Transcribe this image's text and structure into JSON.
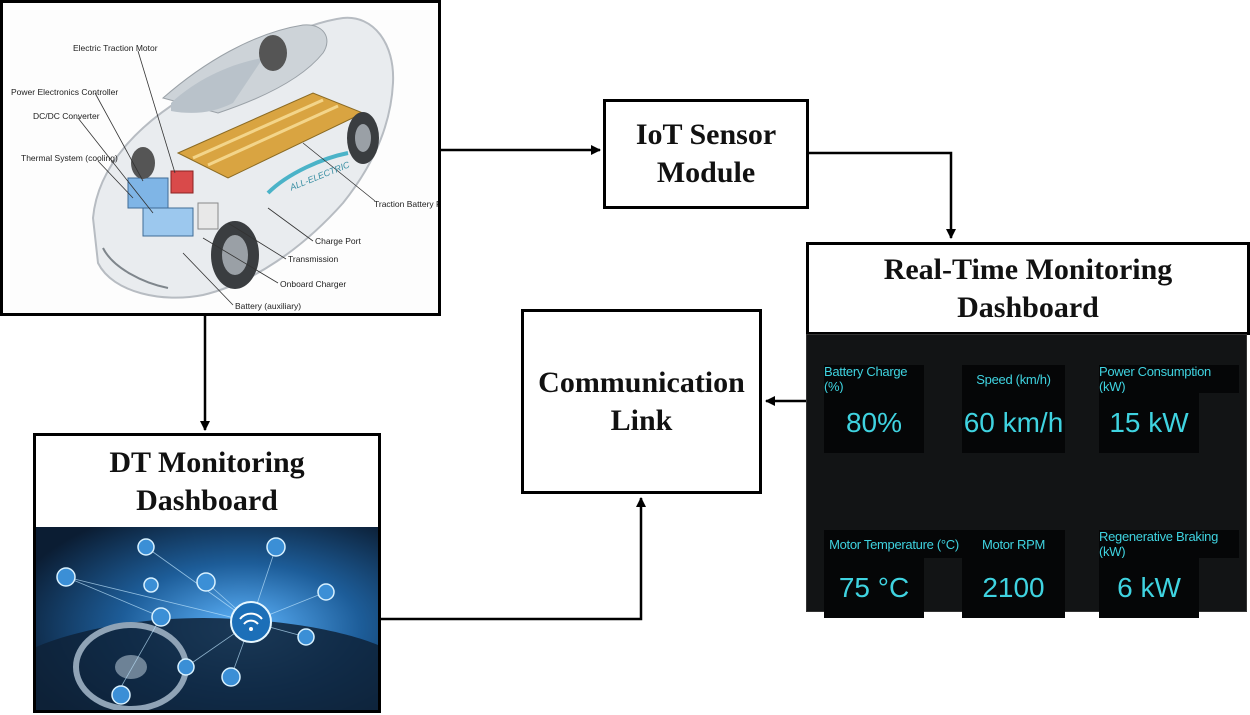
{
  "ev_illustration": {
    "labels": {
      "motor": "Electric Traction Motor",
      "pec": "Power Electronics Controller",
      "dcdc": "DC/DC Converter",
      "thermal": "Thermal System (cooling)",
      "battery_pack": "Traction Battery Pack",
      "charge_port": "Charge Port",
      "transmission": "Transmission",
      "onboard_charger": "Onboard Charger",
      "aux_battery": "Battery (auxiliary)",
      "car_brand": "ALL-ELECTRIC"
    }
  },
  "iot": {
    "line1": "IoT Sensor",
    "line2": "Module"
  },
  "realtime": {
    "line1": "Real-Time Monitoring",
    "line2": "Dashboard",
    "metrics": [
      {
        "label": "Battery Charge (%)",
        "value": "80%"
      },
      {
        "label": "Speed (km/h)",
        "value": "60 km/h"
      },
      {
        "label": "Power Consumption (kW)",
        "value": "15 kW"
      },
      {
        "label": "Motor Temperature (°C)",
        "value": "75 °C"
      },
      {
        "label": "Motor RPM",
        "value": "2100"
      },
      {
        "label": "Regenerative Braking (kW)",
        "value": "6 kW"
      }
    ]
  },
  "comm": {
    "line1": "Communication",
    "line2": "Link"
  },
  "dt": {
    "line1": "DT Monitoring",
    "line2": "Dashboard"
  },
  "colors": {
    "accent": "#3fd3e0",
    "panel_bg": "#121415",
    "cell_bg": "#050607"
  }
}
